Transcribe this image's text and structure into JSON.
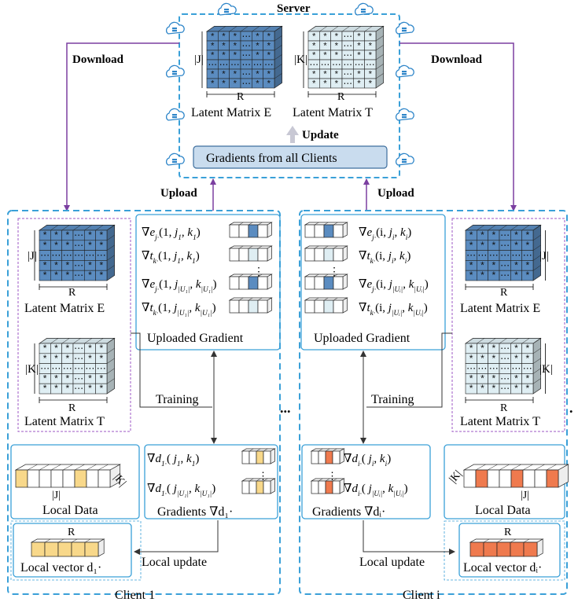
{
  "colors": {
    "dashed_blue": "#3aa0d8",
    "purple": "#7b3fa0",
    "purple_dashed": "#9c57c4",
    "blue_dark": "#5b8cc0",
    "blue_light": "#dfeef3",
    "orange": "#ef7a4e",
    "yellow": "#f8d88a",
    "gradient_box": "#c9dcee",
    "arrow_gray": "#c8c8d4"
  },
  "icons": [
    "cloud-server-icon"
  ],
  "server": {
    "title": "Server",
    "matrix_e": {
      "label": "Latent Matrix E",
      "dim": "|J|",
      "r": "R"
    },
    "matrix_t": {
      "label": "Latent Matrix T",
      "dim": "|K|",
      "r": "R"
    },
    "update_label": "Update",
    "gradients_label": "Gradients from all  Clients"
  },
  "download_label": "Download",
  "upload_label": "Upload",
  "training_label": "Training",
  "local_update_label": "Local update",
  "ellipsis": "...",
  "client1": {
    "name": "Client 1",
    "matrix_e_label": "Latent Matrix E",
    "matrix_t_label": "Latent Matrix T",
    "dim_j": "|J|",
    "dim_k": "|K|",
    "r": "R",
    "uploaded_gradient_label": "Uploaded Gradient",
    "grad_rows": [
      "∇e_j·(1, j₁, k₁)",
      "∇t_k·(1, j₁, k₁)",
      "∇e_j·(1, j_|U₁|, k_|U₁|)",
      "∇t_k·(1, j_|U₁|, k_|U₁|)"
    ],
    "local_grad_rows": [
      "∇d₁·( j₁, k₁)",
      "∇d₁·( j_|U₁|, k_|U₁|)"
    ],
    "gradients_label": "Gradients ∇d₁·",
    "local_data_label": "Local Data",
    "local_vector_label": "Local vector d₁·"
  },
  "clienti": {
    "name": "Client i",
    "matrix_e_label": "Latent Matrix E",
    "matrix_t_label": "Latent Matrix T",
    "dim_j": "|J|",
    "dim_k": "|K|",
    "r": "R",
    "uploaded_gradient_label": "Uploaded Gradient",
    "grad_rows": [
      "∇e_j·(i, jᵢ, kᵢ)",
      "∇t_k·(i, jᵢ, kᵢ)",
      "∇e_j·(i, j_|Uᵢ|, k_|Uᵢ|)",
      "∇t_k·(i, j_|Uᵢ|, k_|Uᵢ|)"
    ],
    "local_grad_rows": [
      "∇dᵢ·( jᵢ, kᵢ)",
      "∇dᵢ·( j_|Uᵢ|, k_|Uᵢ|)"
    ],
    "gradients_label": "Gradients ∇dᵢ·",
    "local_data_label": "Local Data",
    "local_vector_label": "Local vector dᵢ·"
  }
}
